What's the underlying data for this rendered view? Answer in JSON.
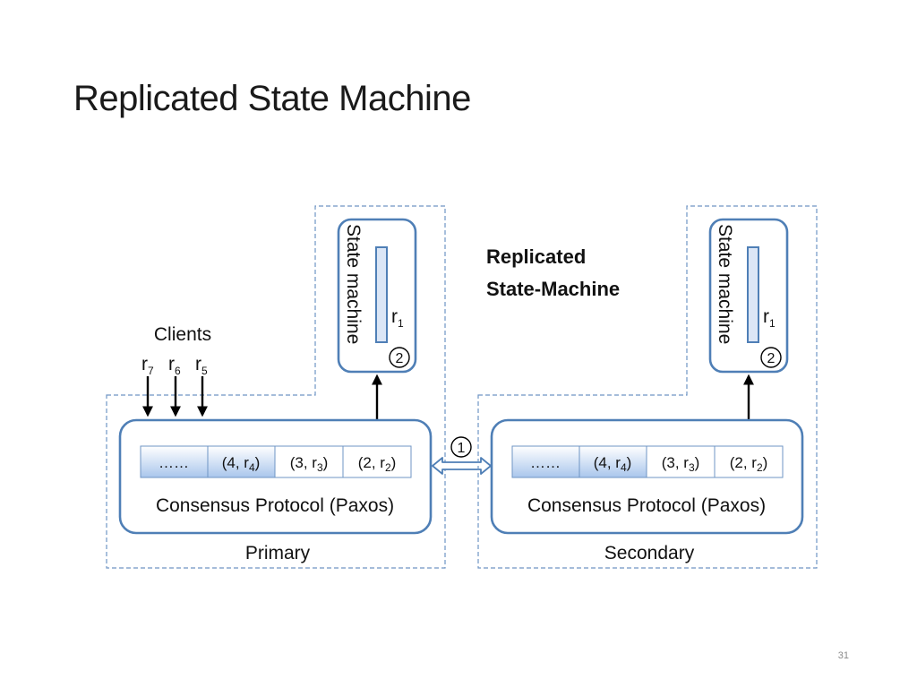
{
  "slide": {
    "title": "Replicated State Machine",
    "page_number": "31"
  },
  "diagram": {
    "heading_line1": "Replicated",
    "heading_line2": "State-Machine",
    "clients_label": "Clients",
    "client_requests": [
      {
        "base": "r",
        "sub": "7"
      },
      {
        "base": "r",
        "sub": "6"
      },
      {
        "base": "r",
        "sub": "5"
      }
    ],
    "exchange_step": "1",
    "nodes": [
      {
        "name": "Primary",
        "protocol_label": "Consensus Protocol (Paxos)",
        "log": [
          {
            "text": "……"
          },
          {
            "pre": "(4, r",
            "sub": "4",
            "post": ")"
          },
          {
            "pre": "(3, r",
            "sub": "3",
            "post": ")"
          },
          {
            "pre": "(2, r",
            "sub": "2",
            "post": ")"
          }
        ],
        "state_machine_label": "State machine",
        "applied": {
          "base": "r",
          "sub": "1"
        },
        "apply_step": "2"
      },
      {
        "name": "Secondary",
        "protocol_label": "Consensus Protocol (Paxos)",
        "log": [
          {
            "text": "……"
          },
          {
            "pre": "(4, r",
            "sub": "4",
            "post": ")"
          },
          {
            "pre": "(3, r",
            "sub": "3",
            "post": ")"
          },
          {
            "pre": "(2, r",
            "sub": "2",
            "post": ")"
          }
        ],
        "state_machine_label": "State machine",
        "applied": {
          "base": "r",
          "sub": "1"
        },
        "apply_step": "2"
      }
    ],
    "colors": {
      "box_border": "#4f7fb6",
      "dashed_border": "#6f95c4",
      "log_fill_top": "#ffffff",
      "log_fill_bottom": "#a9c6ec"
    }
  }
}
